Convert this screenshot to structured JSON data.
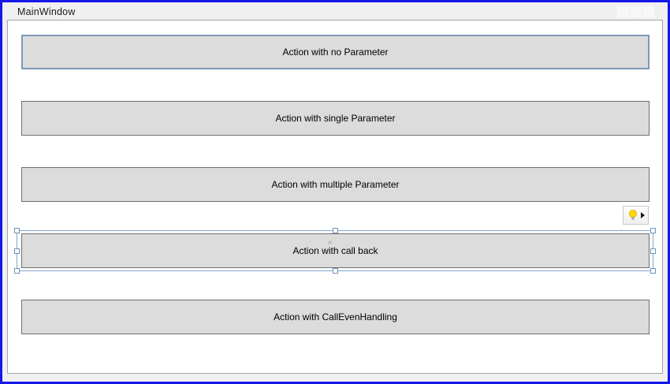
{
  "window": {
    "title": "MainWindow",
    "controls": [
      {
        "name": "minimize"
      },
      {
        "name": "maximize"
      },
      {
        "name": "close"
      }
    ]
  },
  "designer": {
    "buttons": [
      {
        "label": "Action with no Parameter",
        "state": "focused-accent-border"
      },
      {
        "label": "Action with single Parameter",
        "state": "normal"
      },
      {
        "label": "Action with multiple Parameter",
        "state": "normal"
      },
      {
        "label": "Action with call back",
        "state": "selected-with-adorner-handles"
      },
      {
        "label": "Action with CallEvenHandling",
        "state": "normal"
      }
    ],
    "selection": {
      "selected_index": 3,
      "handle_count": 8
    },
    "quick_actions": {
      "icon": "lightbulb-icon",
      "arrow": "right-triangle"
    }
  },
  "colors": {
    "outer_border": "#1518E6",
    "titlebar_bg": "#F0F0F1",
    "canvas_bg": "#FFFFFF",
    "canvas_border": "#A5A5A5",
    "button_face": "#DCDCDC",
    "button_border": "#707070",
    "accent_button_border": "#7E97B9",
    "selection_accent": "#84A7CC",
    "lightbulb_yellow": "#FFD800"
  }
}
